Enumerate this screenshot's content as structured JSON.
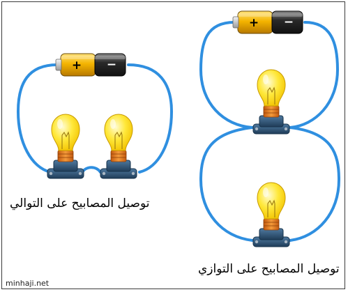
{
  "labels": {
    "series_caption": "توصيل المصابيح على التوالي",
    "parallel_caption": "توصيل المصابيح على التوازي",
    "watermark": "minhaji.net"
  },
  "battery": {
    "positive_symbol": "+",
    "negative_symbol": "−"
  },
  "colors": {
    "wire": "#2f8fe0",
    "bulb_glass": "#ffe23a",
    "bulb_base": "#e87a1e",
    "socket": "#2a4d6e",
    "battery_body": "#f2b800"
  }
}
